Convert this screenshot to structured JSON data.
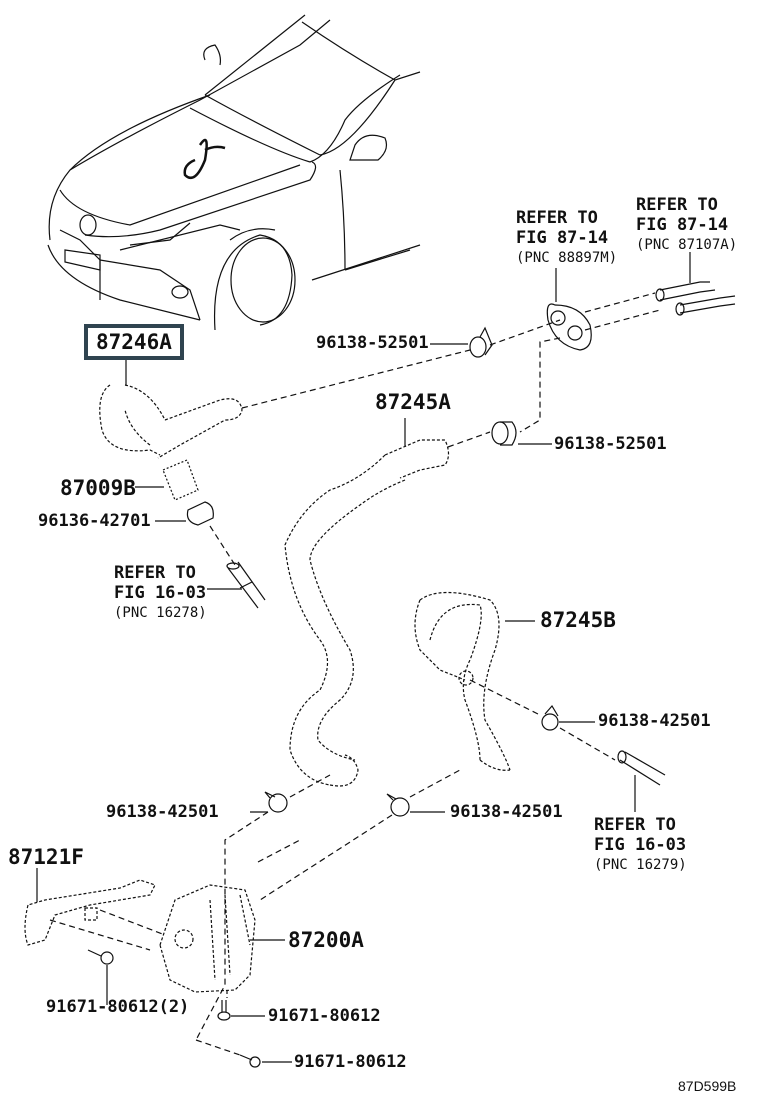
{
  "diagram": {
    "type": "parts exploded view",
    "subject": "Water pump & hoses (vehicle front view inset)",
    "highlight_color": "#2f4450",
    "line_color": "#111111",
    "figure_code": "87D599B",
    "highlighted_part": "87246A",
    "parts": {
      "p87246A": "87246A",
      "p87009B": "87009B",
      "p96136_42701": "96136-42701",
      "p96138_52501_a": "96138-52501",
      "p96138_52501_b": "96138-52501",
      "p87245A": "87245A",
      "p87245B": "87245B",
      "p96138_42501_a": "96138-42501",
      "p96138_42501_b": "96138-42501",
      "p96138_42501_c": "96138-42501",
      "p87121F": "87121F",
      "p87200A": "87200A",
      "p91671_80612_2": "91671-80612(2)",
      "p91671_80612_a": "91671-80612",
      "p91671_80612_b": "91671-80612"
    },
    "references": [
      {
        "line1": "REFER TO",
        "line2": "FIG 87-14",
        "pnc": "(PNC 88897M)"
      },
      {
        "line1": "REFER TO",
        "line2": "FIG 87-14",
        "pnc": "(PNC 87107A)"
      },
      {
        "line1": "REFER TO",
        "line2": "FIG 16-03",
        "pnc": "(PNC 16278)"
      },
      {
        "line1": "REFER TO",
        "line2": "FIG 16-03",
        "pnc": "(PNC 16279)"
      }
    ]
  }
}
